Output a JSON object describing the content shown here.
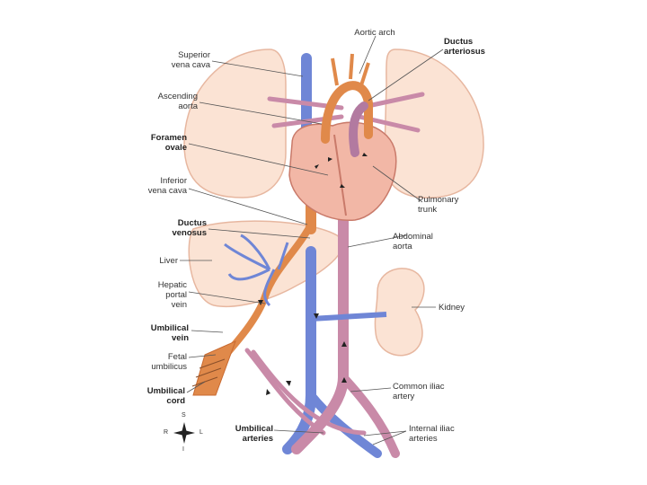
{
  "labels": {
    "aortic_arch": "Aortic arch",
    "ductus_arteriosus": "Ductus\narteriosus",
    "superior_vena_cava": "Superior\nvena cava",
    "ascending_aorta": "Ascending\naorta",
    "foramen_ovale": "Foramen\novale",
    "inferior_vena_cava": "Inferior\nvena cava",
    "pulmonary_trunk": "Pulmonary\ntrunk",
    "ductus_venosus": "Ductus\nvenosus",
    "abdominal_aorta": "Abdominal\naorta",
    "liver": "Liver",
    "hepatic_portal_vein": "Hepatic\nportal\nvein",
    "kidney": "Kidney",
    "umbilical_vein": "Umbilical\nvein",
    "fetal_umbilicus": "Fetal\numbilicus",
    "umbilical_cord": "Umbilical\ncord",
    "common_iliac_artery": "Common iliac\nartery",
    "umbilical_arteries": "Umbilical\narteries",
    "internal_iliac_arteries": "Internal iliac\narteries"
  },
  "compass": {
    "s": "S",
    "r": "R",
    "l": "L",
    "i": "I"
  },
  "colors": {
    "organ_fill": "#fbe3d4",
    "organ_stroke": "#e7b7a0",
    "vein": "#6f86d6",
    "artery": "#c98aa8",
    "oxygenated": "#e0894a",
    "heart": "#f2b7a6",
    "leader": "#555555"
  }
}
